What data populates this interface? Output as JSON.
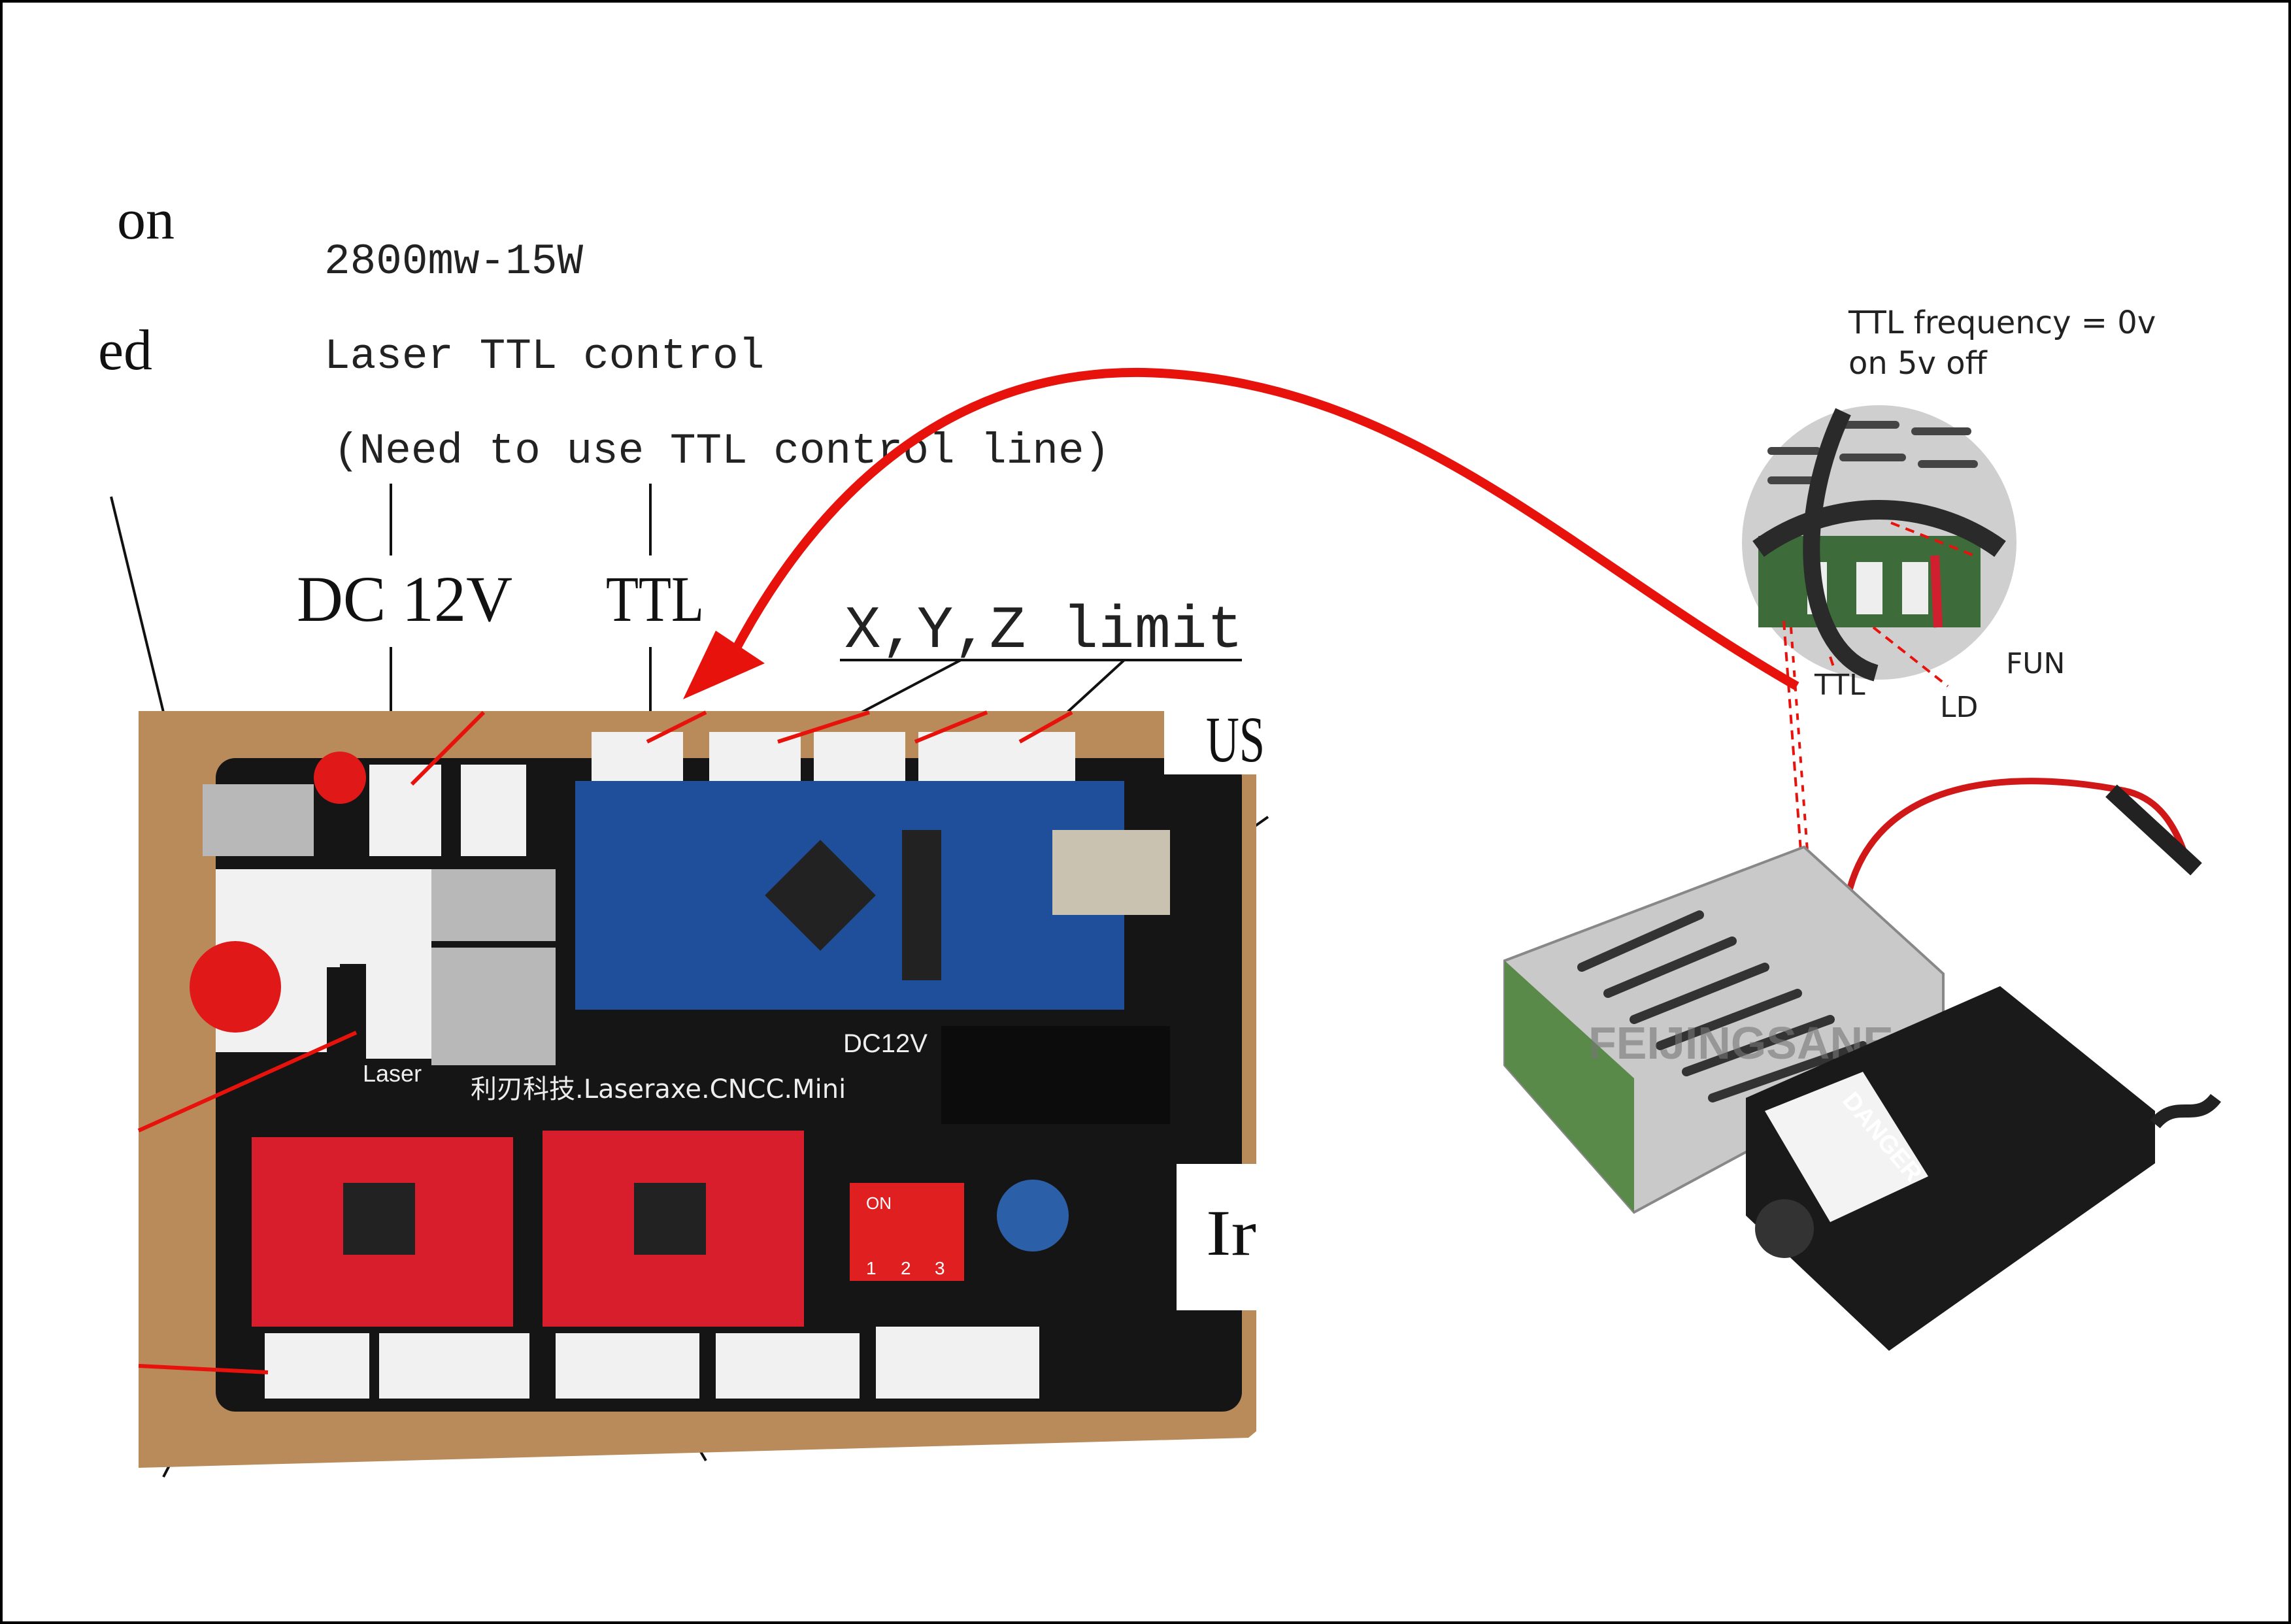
{
  "left_labels": {
    "on": "on",
    "ed": "ed"
  },
  "spec": {
    "power": "2800mw-15W",
    "control": "Laser TTL control",
    "note": "(Need to use TTL control line)"
  },
  "connectors": {
    "dc12v": "DC 12V",
    "ttl": "TTL",
    "limits": "X,Y,Z limit",
    "usb_partial": "US",
    "input_partial": "Ir"
  },
  "board": {
    "laser_port": "Laser",
    "silkscreen": "利刃科技.Laseraxe.CNCC.Mini",
    "dc_jack": "DC12V",
    "dip_labels": [
      "1",
      "2",
      "3"
    ],
    "dip_on": "ON"
  },
  "inset": {
    "caption_line1": "TTL frequency = 0v",
    "caption_line2": "on 5v off",
    "pins": [
      "TTL",
      "LD",
      "FUN"
    ]
  },
  "laser_module": {
    "watermark": "FEIJINGSANE",
    "warning": "DANGER"
  },
  "colors": {
    "accent_red": "#e8120c",
    "pcb_blue": "#1f4f9a",
    "driver_red": "#d81e2c",
    "wood": "#b98a5a"
  }
}
